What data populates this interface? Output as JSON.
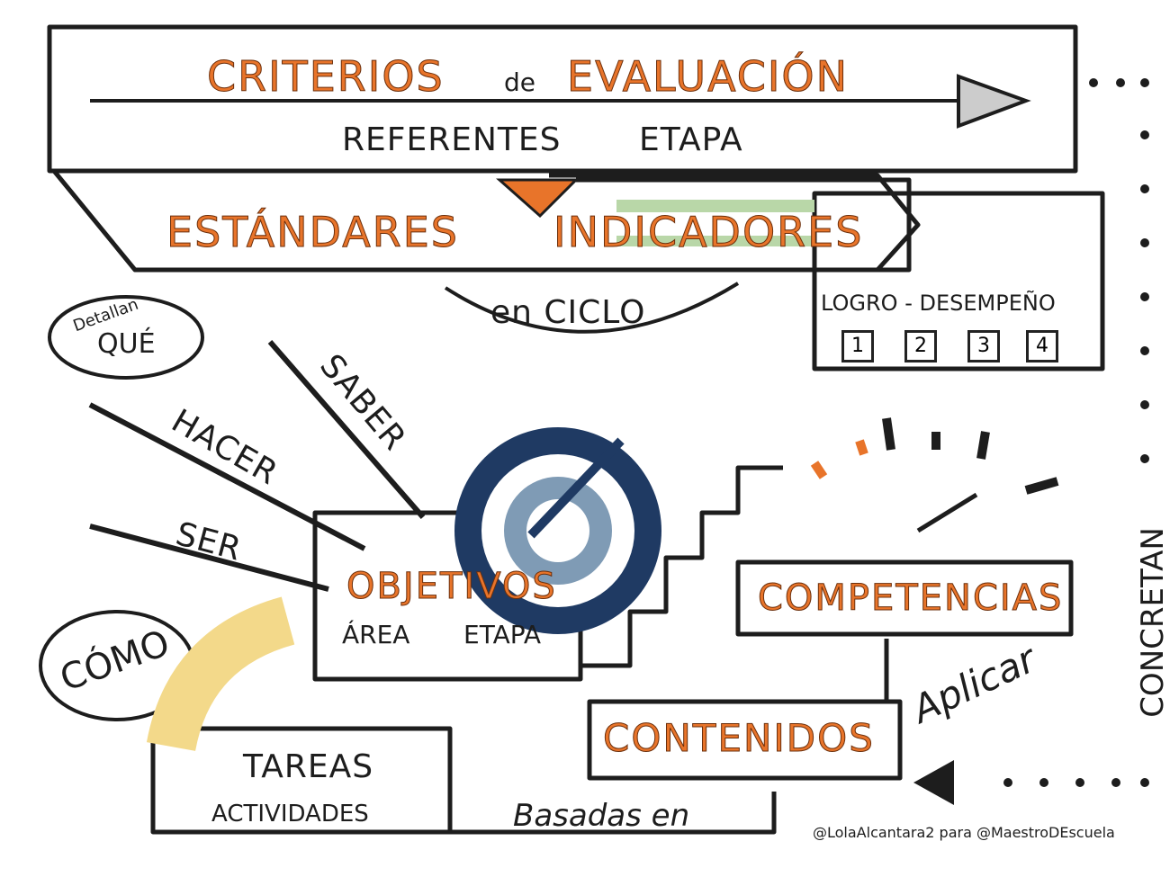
{
  "title": {
    "criterios": "CRITERIOS",
    "de": "de",
    "evaluacion": "EVALUACIÓN"
  },
  "referentes": "REFERENTES",
  "etapa_top": "ETAPA",
  "estandares": "ESTÁNDARES",
  "indicadores": "INDICADORES",
  "en_ciclo": "en CICLO",
  "logro": "LOGRO - DESEMPEÑO",
  "levels": [
    "1",
    "2",
    "3",
    "4"
  ],
  "bubble_que": {
    "line1": "Detallan",
    "line2": "QUÉ"
  },
  "arrows": {
    "hacer": "HACER",
    "saber": "SABER",
    "ser": "SER"
  },
  "objetivos": {
    "title": "OBJETIVOS",
    "area": "ÁREA",
    "etapa": "ETAPA"
  },
  "competencias": "COMPETENCIAS",
  "como": "CÓMO",
  "tareas": {
    "line1": "TAREAS",
    "line2": "ACTIVIDADES"
  },
  "contenidos": "CONTENIDOS",
  "aplicar": "Aplicar",
  "basadas": "Basadas en",
  "concretan": "CONCRETAN",
  "credit": "@LolaAlcantara2 para @MaestroDEscuela",
  "colors": {
    "orange": "#e8742a",
    "dark": "#1d1d1d",
    "navy": "#1f3a63",
    "green": "#b9d7a8"
  }
}
